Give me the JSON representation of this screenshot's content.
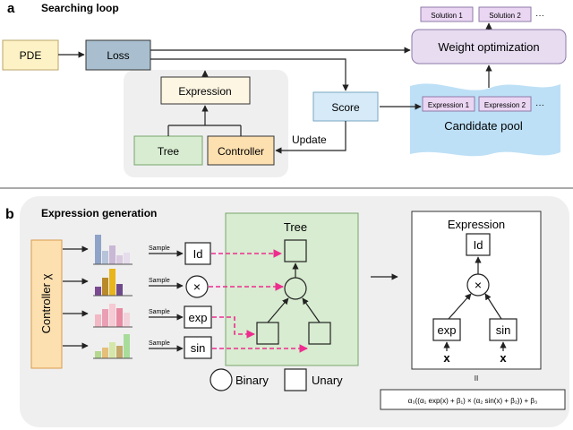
{
  "panel_a": {
    "letter": "a",
    "title": "Searching loop",
    "pde": "PDE",
    "loss": "Loss",
    "expression": "Expression",
    "tree": "Tree",
    "controller": "Controller",
    "score": "Score",
    "update": "Update",
    "weight_optimization": "Weight optimization",
    "solution_1": "Solution 1",
    "solution_2": "Solution 2",
    "ellipsis": "···",
    "expression_1": "Expression 1",
    "expression_2": "Expression 2",
    "candidate_pool": "Candidate pool"
  },
  "panel_b": {
    "letter": "b",
    "title": "Expression generation",
    "controller": "Controller χ",
    "sample": "Sample",
    "tokens": [
      "Id",
      "×",
      "exp",
      "sin"
    ],
    "tree_title": "Tree",
    "legend_binary": "Binary",
    "legend_unary": "Unary",
    "expression_title": "Expression",
    "expr_id": "Id",
    "expr_times": "×",
    "expr_exp": "exp",
    "expr_sin": "sin",
    "expr_x": "x",
    "equals": "II",
    "formula": "α₃((α₁ exp(x) + β₁) × (α₂ sin(x) + β₂)) + β₃"
  },
  "colors": {
    "pde_fill": "#fdf2c6",
    "loss_fill": "#a9bfcf",
    "expression_fill": "#fdf6e3",
    "tree_fill": "#d7ecd0",
    "controller_fill": "#fde0b0",
    "score_fill": "#d6eaf8",
    "weight_fill": "#e7dcf0",
    "solution_fill": "#ead6f2",
    "pool_fill": "#bde0f6",
    "dashed_arrow": "#ee2c8e",
    "panel_bg": "#efefef"
  },
  "icons": [
    "arrow-icon",
    "dashed-arrow-icon",
    "histogram-icon",
    "bold-x-icon"
  ]
}
